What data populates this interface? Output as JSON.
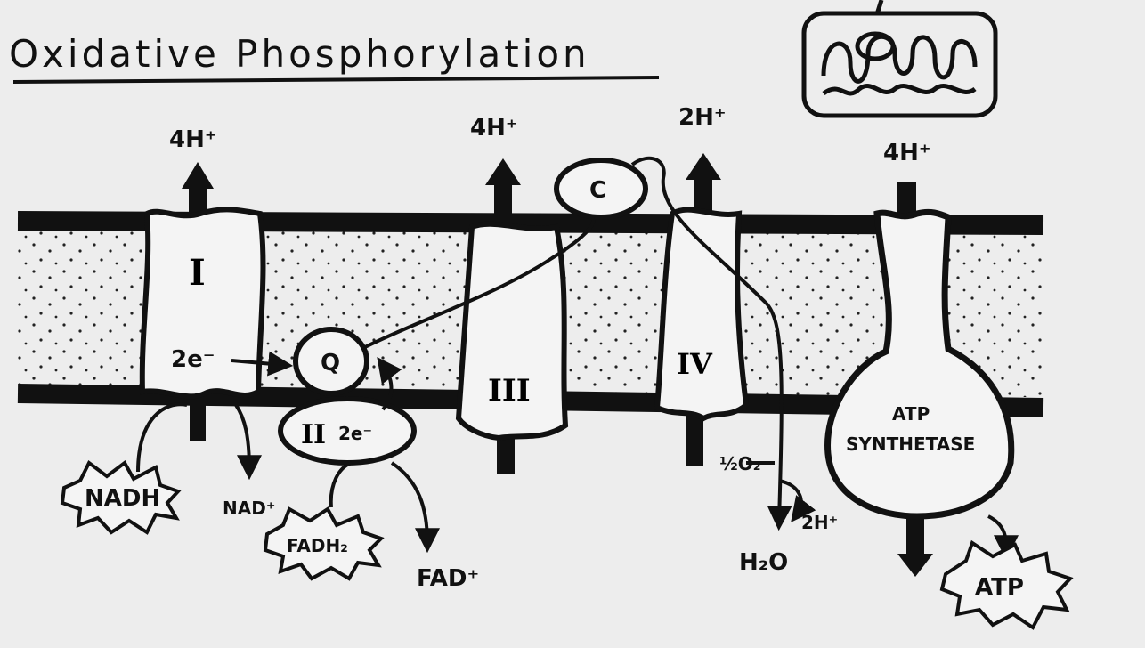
{
  "title": "Oxidative Phosphorylation",
  "complexes": {
    "c1": "I",
    "c2": "II",
    "c3": "III",
    "c4": "IV",
    "q": "Q",
    "c": "C",
    "atp_synthetase_line1": "ATP",
    "atp_synthetase_line2": "SYNTHETASE"
  },
  "protons": {
    "c1": "4H⁺",
    "c3": "4H⁺",
    "c4": "2H⁺",
    "atp": "4H⁺",
    "water_side": "2H⁺"
  },
  "electrons": {
    "c1": "2e⁻",
    "c2": "2e⁻"
  },
  "molecules": {
    "nadh": "NADH",
    "nad": "NAD⁺",
    "fadh2": "FADH₂",
    "fad": "FAD⁺",
    "half_o2": "½O₂",
    "h2o": "H₂O",
    "atp": "ATP"
  },
  "colors": {
    "ink": "#111111",
    "paper": "#ededed",
    "membrane_fill": "#f4f4f4"
  }
}
